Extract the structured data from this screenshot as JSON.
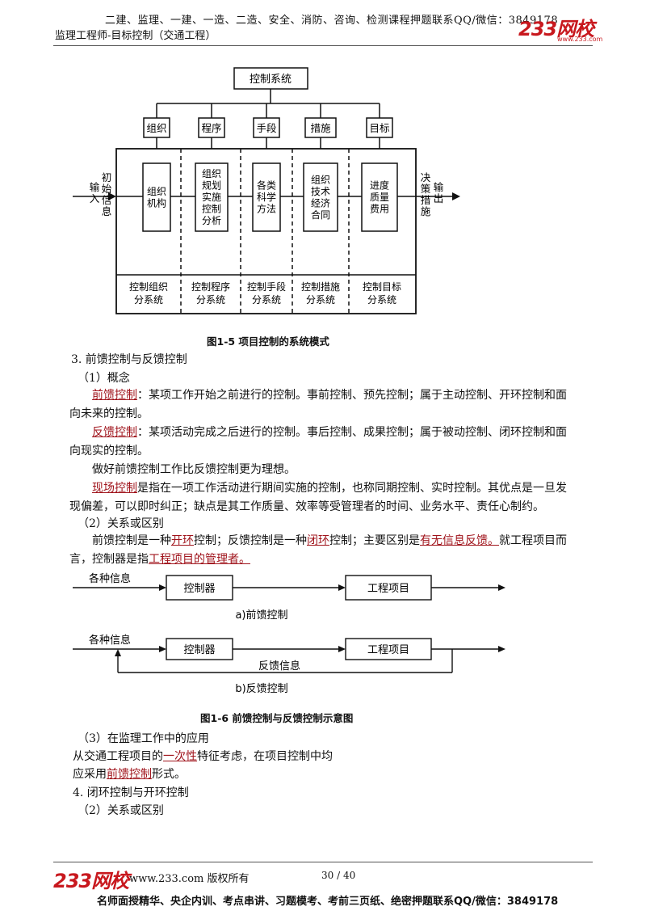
{
  "header": {
    "top_line": "二建、监理、一建、一造、二造、安全、消防、咨询、检测课程押题联系QQ/微信：3849178",
    "sub_title": "监理工程师-目标控制（交通工程）",
    "logo_text": "233网校",
    "logo_url": "www.233.com"
  },
  "figure1": {
    "top_box": "控制系统",
    "categories": [
      "组织",
      "程序",
      "手段",
      "措施",
      "目标"
    ],
    "inner_boxes": [
      "组织\n机构",
      "组织\n规划\n实施\n控制\n分析",
      "各类\n科学\n方法",
      "组织\n技术\n经济\n合同",
      "进度\n质量\n费用"
    ],
    "subsystems": [
      "控制组织\n分系统",
      "控制程序\n分系统",
      "控制手段\n分系统",
      "控制措施\n分系统",
      "控制目标\n分系统"
    ],
    "left_label_a": "初始信息",
    "left_label_b": "输入",
    "right_label_a": "决策措施",
    "right_label_b": "输出",
    "caption": "图1-5   项目控制的系统模式"
  },
  "section3": {
    "heading": "3.  前馈控制与反馈控制",
    "sub1": "（1）概念",
    "p1_kw": "前馈控制",
    "p1_text": "：某项工作开始之前进行的控制。事前控制、预先控制；属于主动控制、开环控制和面向未来的控制。",
    "p2_kw": "反馈控制",
    "p2_text": "：某项活动完成之后进行的控制。事后控制、成果控制；属于被动控制、闭环控制和面向现实的控制。",
    "p3": "做好前馈控制工作比反馈控制更为理想。",
    "p4_kw": "现场控制",
    "p4_text": "是指在一项工作活动进行期间实施的控制，也称同期控制、实时控制。其优点是一旦发现偏差，可以即时纠正；缺点是其工作质量、效率等受管理者的时间、业务水平、责任心制约。",
    "sub2": "（2）关系或区别",
    "p5_a": "前馈控制是一种",
    "p5_k1": "开环",
    "p5_b": "控制；反馈控制是一种",
    "p5_k2": "闭环",
    "p5_c": "控制；主要区别是",
    "p5_k3": "有无信息反馈。",
    "p5_d": "就工程项目而言，控制器是指",
    "p5_k4": "工程项目的管理者。"
  },
  "figure2": {
    "info_label": "各种信息",
    "controller": "控制器",
    "project": "工程项目",
    "label_a": "a)前馈控制",
    "feedback": "反馈信息",
    "label_b": "b)反馈控制",
    "caption": "图1-6   前馈控制与反馈控制示意图"
  },
  "section_tail": {
    "sub3": "（3）在监理工作中的应用",
    "line1_a": "从交通工程项目的",
    "line1_k": "一次性",
    "line1_b": "特征考虑，在项目控制中均",
    "line2_a": "应采用",
    "line2_k": "前馈控制",
    "line2_b": "形式。",
    "heading4": "4.  闭环控制与开环控制",
    "sub4": "（2）关系或区别"
  },
  "footer": {
    "copyright": "www.233.com 版权所有",
    "page": "30 / 40",
    "bottom_line": "名师面授精华、央企内训、考点串讲、习题模考、考前三页纸、绝密押题联系QQ/微信：3849178"
  }
}
